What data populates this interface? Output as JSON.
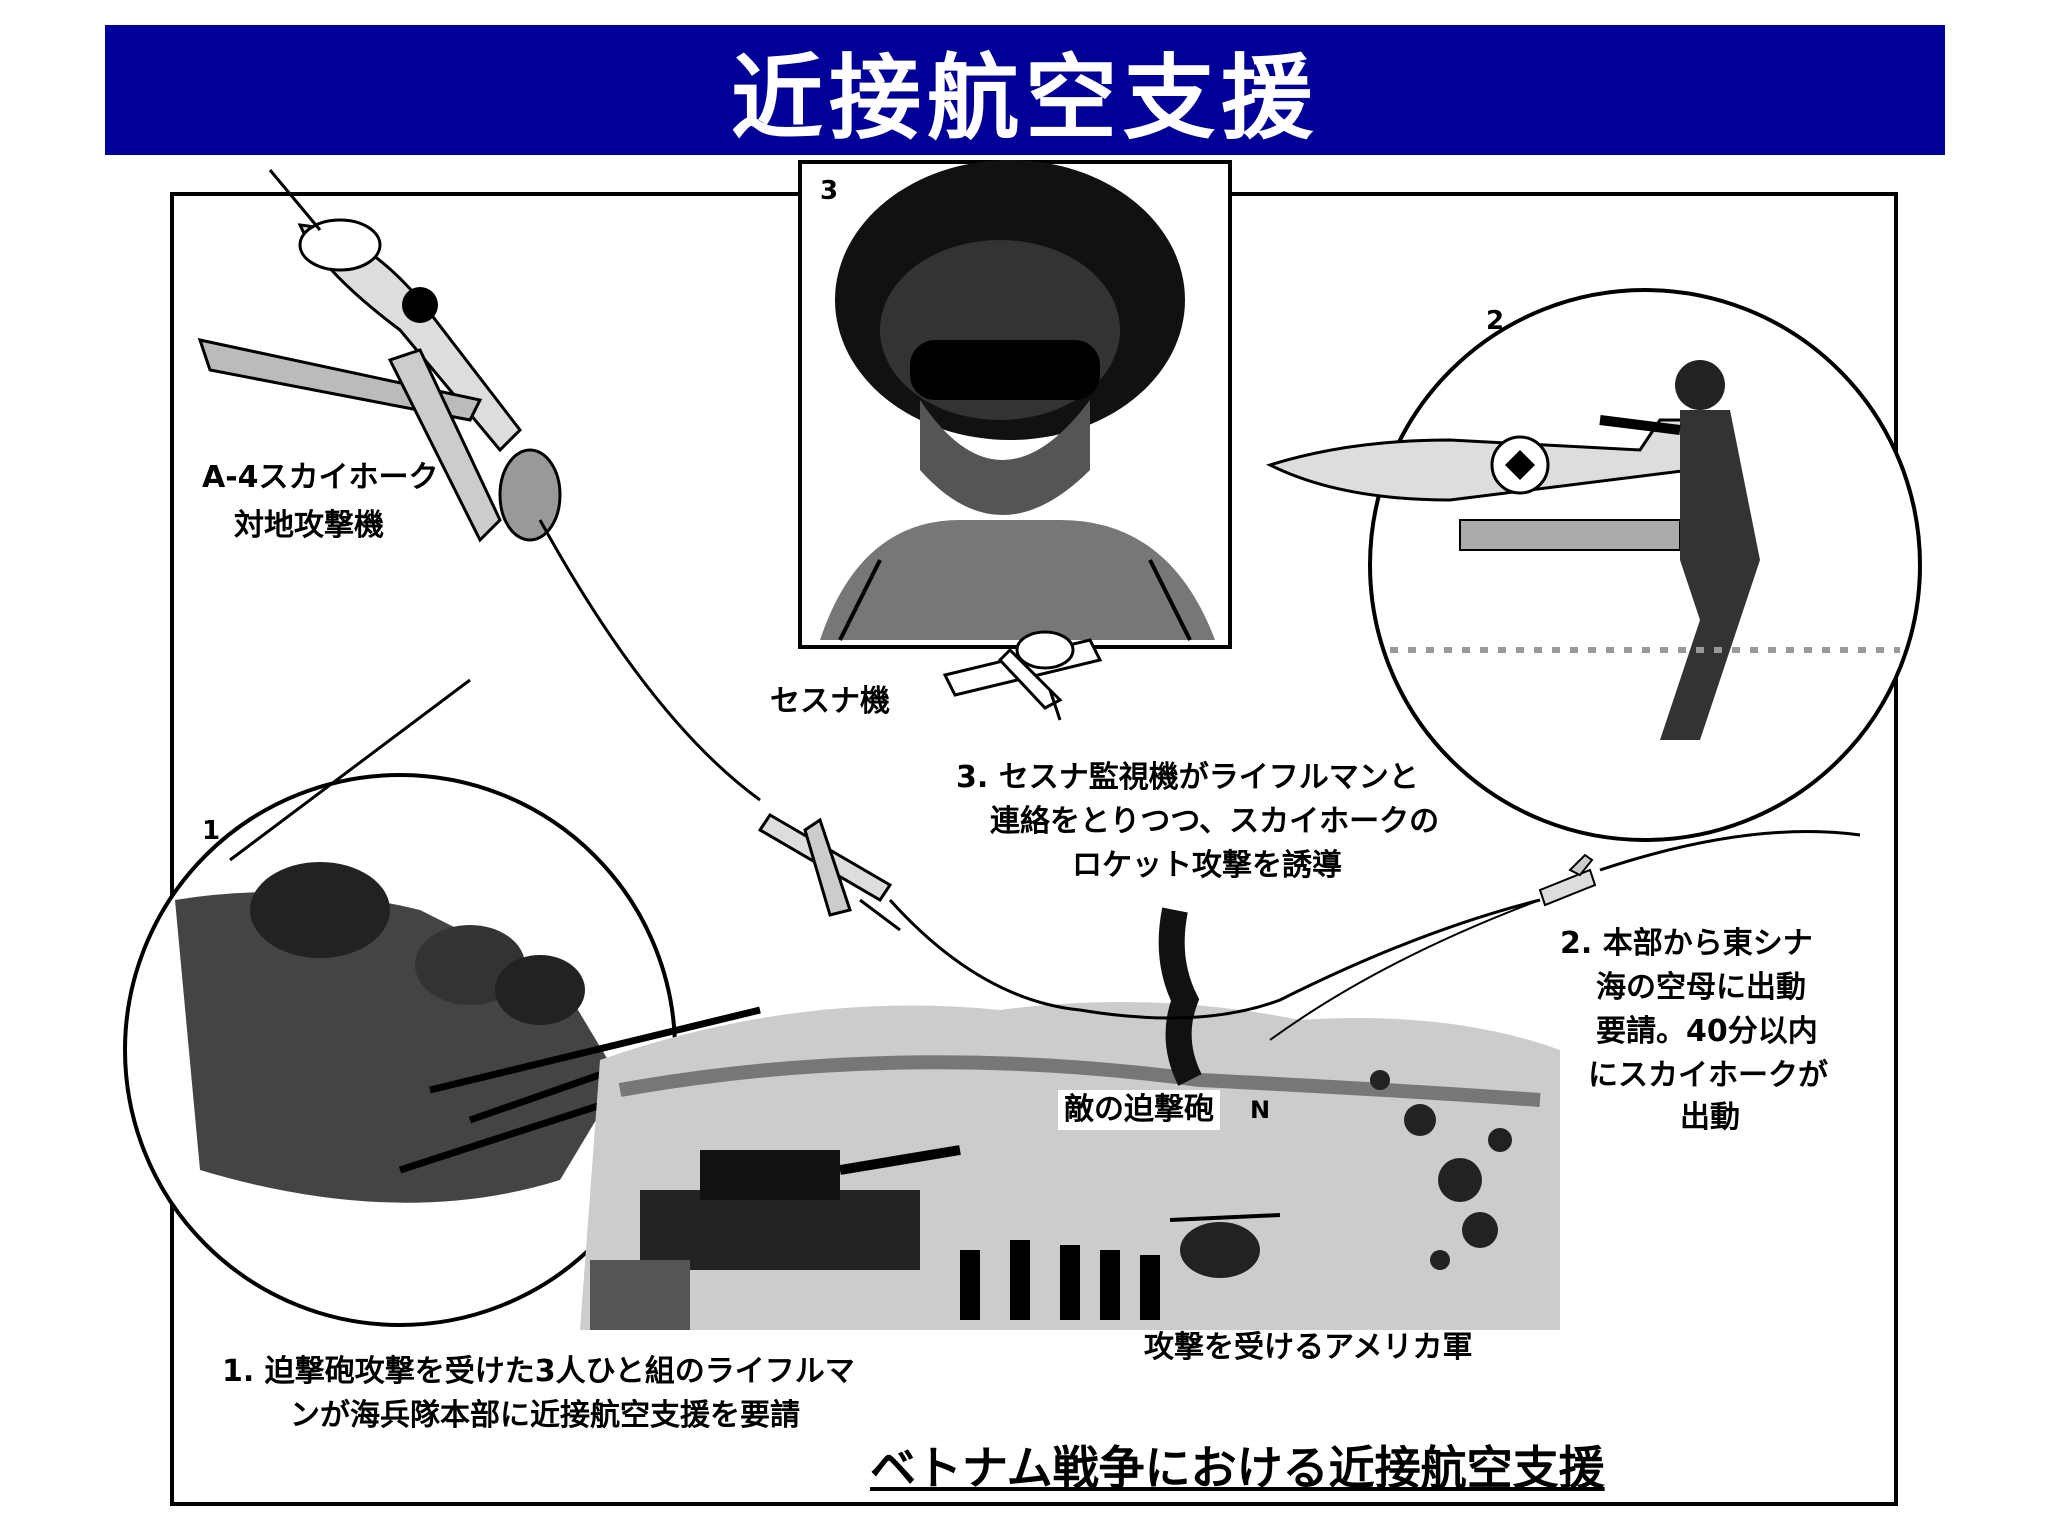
{
  "title": "近接航空支援",
  "panel_numbers": {
    "p1": "1",
    "p2": "2",
    "p3": "3"
  },
  "labels": {
    "a4_line1": "A-4スカイホーク",
    "a4_line2": "対地攻撃機",
    "cessna": "セスナ機",
    "step3_line1": "3. セスナ監視機がライフルマンと",
    "step3_line2": "連絡をとりつつ、スカイホークの",
    "step3_line3": "ロケット攻撃を誘導",
    "step2_line1": "2. 本部から東シナ",
    "step2_line2": "海の空母に出動",
    "step2_line3": "要請。40分以内",
    "step2_line4": "にスカイホークが",
    "step2_line5": "出動",
    "enemy_mortar": "敵の迫撃砲",
    "enemy_mortar_mark": "N",
    "us_army": "攻撃を受けるアメリカ軍",
    "step1_line1": "1. 迫撃砲攻撃を受けた3人ひと組のライフルマ",
    "step1_line2": "ンが海兵隊本部に近接航空支援を要請"
  },
  "footer": "ベトナム戦争における近接航空支援",
  "colors": {
    "banner": "#000099",
    "banner_text": "#ffffff",
    "ink": "#000000"
  }
}
